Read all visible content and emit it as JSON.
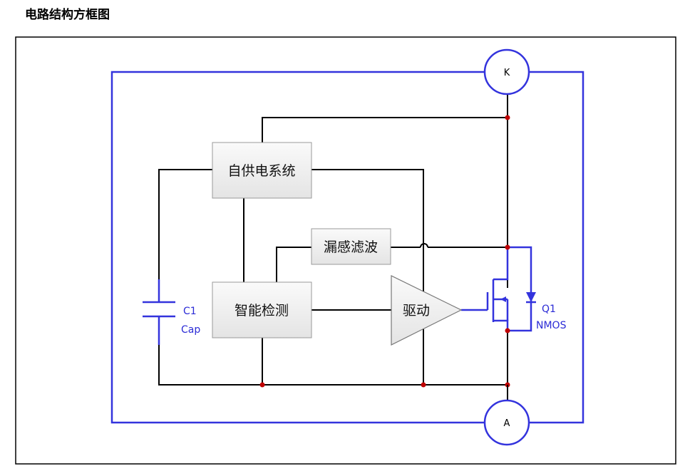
{
  "title": "电路结构方框图",
  "blocks": {
    "self_power": "自供电系统",
    "leak_filter": "漏感滤波",
    "smart_detect": "智能检测",
    "driver": "驱动"
  },
  "terminals": {
    "k": "K",
    "a": "A"
  },
  "capacitor": {
    "name": "C1",
    "type": "Cap"
  },
  "transistor": {
    "name": "Q1",
    "type": "NMOS"
  },
  "colors": {
    "wire_black": "#000000",
    "wire_blue": "#3333dd",
    "junction": "#c00000",
    "block_fill": "#eeeeee"
  }
}
